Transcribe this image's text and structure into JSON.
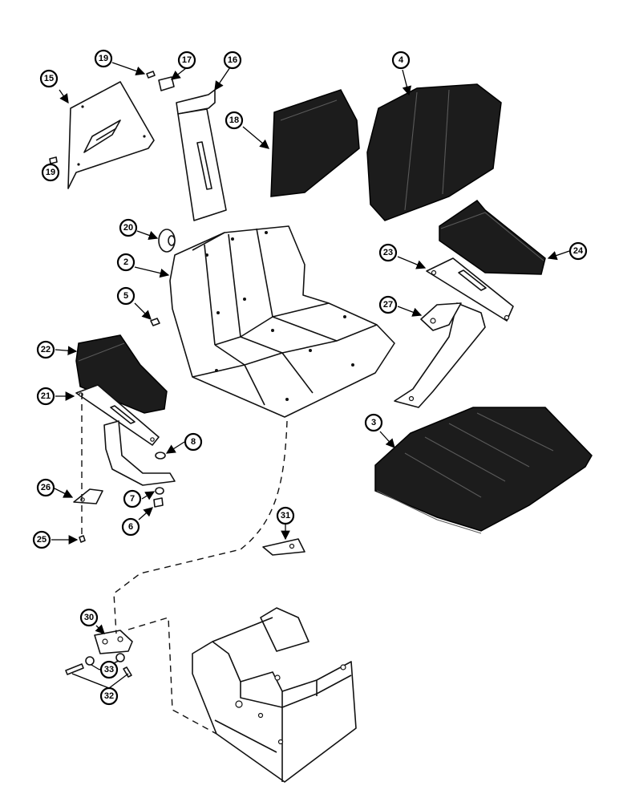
{
  "callouts": {
    "c15": "15",
    "c19a": "19",
    "c17": "17",
    "c16": "16",
    "c4": "4",
    "c18": "18",
    "c19b": "19",
    "c20": "20",
    "c2": "2",
    "c23": "23",
    "c24": "24",
    "c5": "5",
    "c27": "27",
    "c22": "22",
    "c21": "21",
    "c3": "3",
    "c8": "8",
    "c26": "26",
    "c7": "7",
    "c6": "6",
    "c25": "25",
    "c31": "31",
    "c30": "30",
    "c33": "33",
    "c32": "32"
  },
  "colors": {
    "ink": "#111111",
    "pad": "#1c1c1c",
    "paper": "#ffffff"
  }
}
